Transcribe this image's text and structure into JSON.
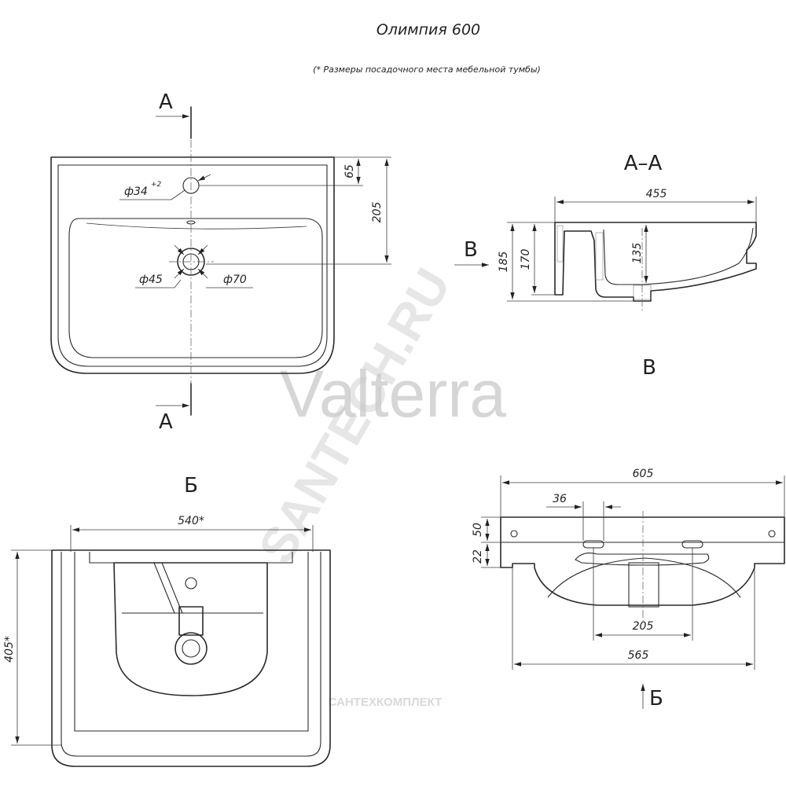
{
  "header": {
    "title": "Олимпия 600",
    "note": "(* Размеры посадочного места мебельной тумбы)"
  },
  "watermarks": {
    "brand": "Valterra",
    "diagonal": "SANTECH.RU",
    "footer": "САНТЕХКОМПЛЕКТ"
  },
  "top_view": {
    "section_marker": "А",
    "dims": {
      "faucet_hole": "ф34",
      "faucet_tol": "+2",
      "drain_inner": "ф45",
      "drain_outer": "ф70",
      "depth_to_faucet": "65",
      "depth_to_drain": "205"
    }
  },
  "section_view": {
    "label": "А–А",
    "arrow_label": "В",
    "dims": {
      "width": "455",
      "height_total": "185",
      "height_inner": "170",
      "bowl_depth": "135"
    }
  },
  "view_v": {
    "label": "В"
  },
  "front_view": {
    "arrow_label": "Б",
    "dims": {
      "width": "605",
      "hole_offset": "36",
      "rim_height": "50",
      "step_height": "22",
      "bowl_width": "205",
      "base_width": "565"
    }
  },
  "bottom_view": {
    "label": "Б",
    "dims": {
      "cabinet_width": "540*",
      "cabinet_depth": "405*"
    }
  }
}
